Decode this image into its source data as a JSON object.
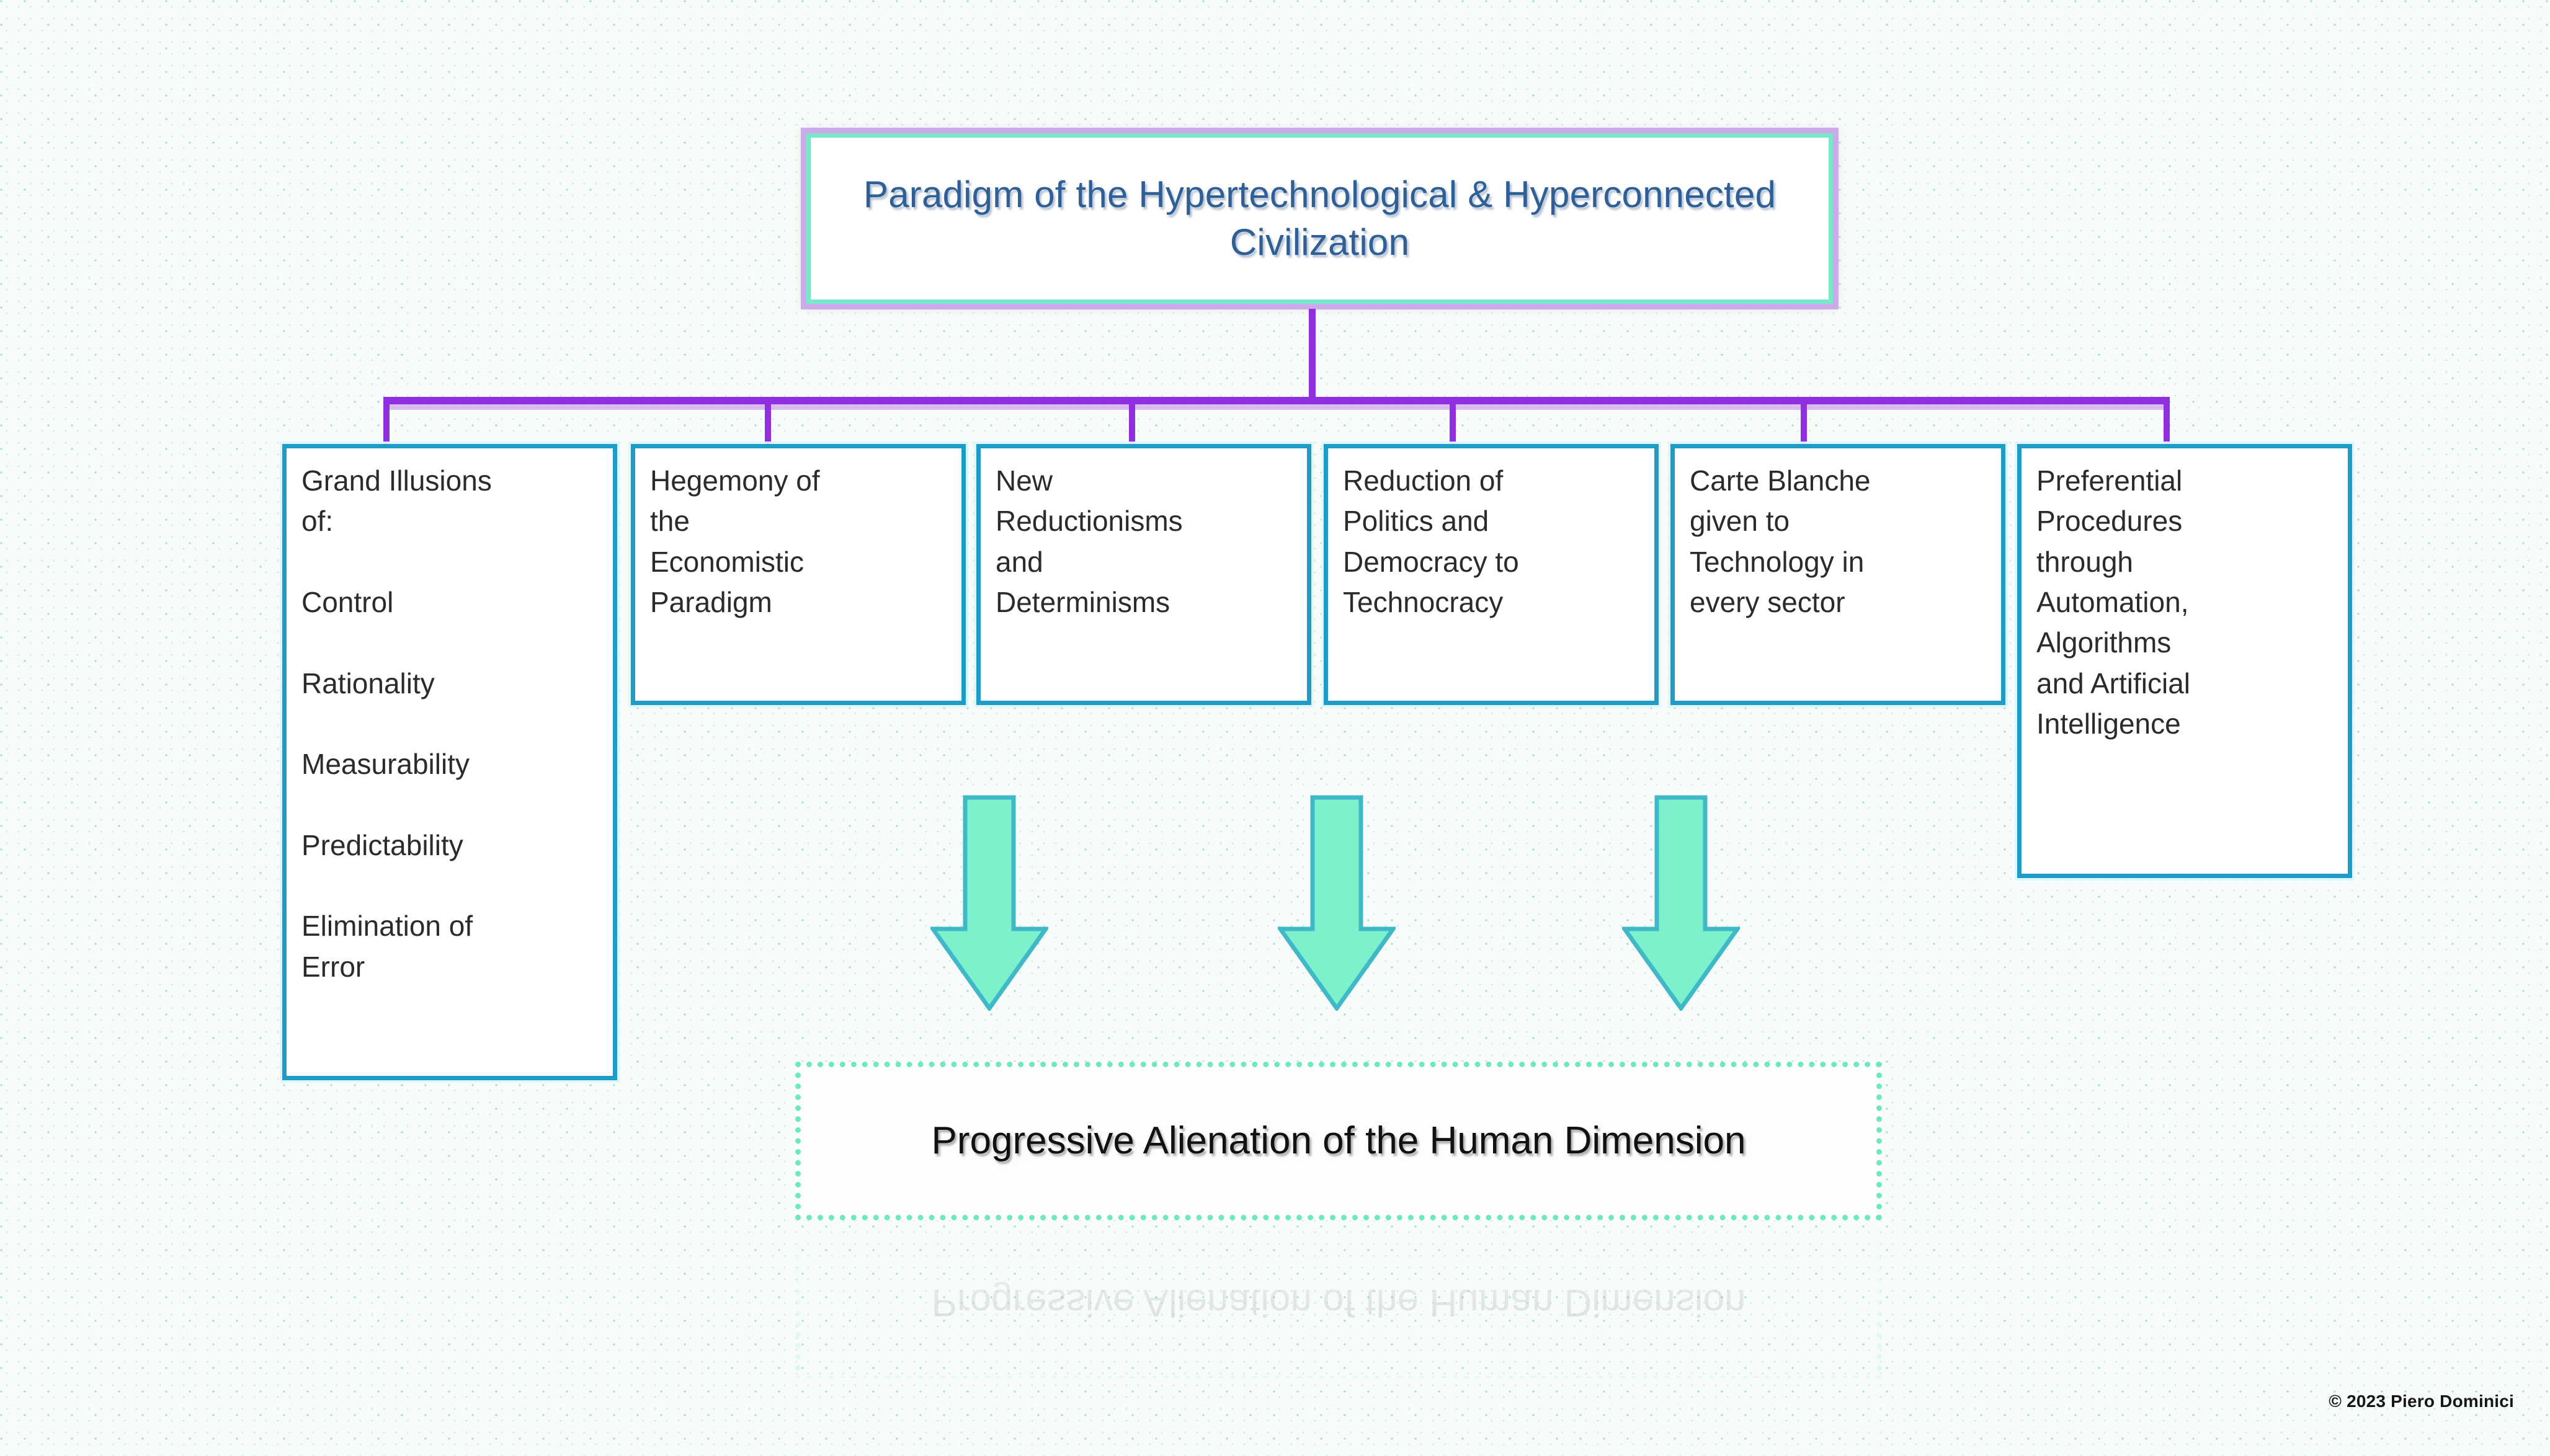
{
  "slide": {
    "background_color": "#f7fbf9",
    "pattern": "dotted-grid",
    "pattern_color": "#7ec8be"
  },
  "title": {
    "text": "Paradigm of the Hypertechnological &\nHyperconnected  Civilization",
    "text_color": "#2e5f96",
    "border_outer_color": "#cdaae9",
    "border_inner_color": "#79e8c9",
    "fill_color": "#ffffff"
  },
  "connectors": {
    "color": "#8f2fe0",
    "glow_color": "#cfa5ef",
    "branch_count": 6
  },
  "categories": {
    "border_color": "#1e9bc6",
    "fill_color": "#ffffff",
    "text_color": "#2b2b2b",
    "items": [
      {
        "id": "grand-illusions",
        "text": "Grand Illusions\nof:\n\nControl\n\nRationality\n\nMeasurability\n\nPredictability\n\nElimination of\nError"
      },
      {
        "id": "economistic-hegemony",
        "text": "Hegemony of\nthe\nEconomistic\nParadigm"
      },
      {
        "id": "new-reductionisms",
        "text": "New\nReductionisms\nand\nDeterminisms"
      },
      {
        "id": "politics-technocracy",
        "text": "Reduction of\nPolitics and\nDemocracy to\nTechnocracy"
      },
      {
        "id": "carte-blanche",
        "text": "Carte Blanche\ngiven to\nTechnology in\nevery sector"
      },
      {
        "id": "preferential-procedures",
        "text": "Preferential\nProcedures\nthrough\nAutomation,\nAlgorithms\nand Artificial\nIntelligence"
      }
    ]
  },
  "arrows": {
    "count": 3,
    "fill_color": "#7df0cc",
    "stroke_color": "#3fb8c8",
    "direction": "down"
  },
  "result": {
    "text": "Progressive Alienation of the Human\nDimension",
    "text_color": "#111111",
    "border_color": "#6de9bf",
    "border_style": "dotted",
    "fill_color": "#fdfdfd",
    "reflection_text": "Progressive Alienation of the Human\nDimension"
  },
  "footer": {
    "copyright": "© 2023 Piero Dominici"
  }
}
